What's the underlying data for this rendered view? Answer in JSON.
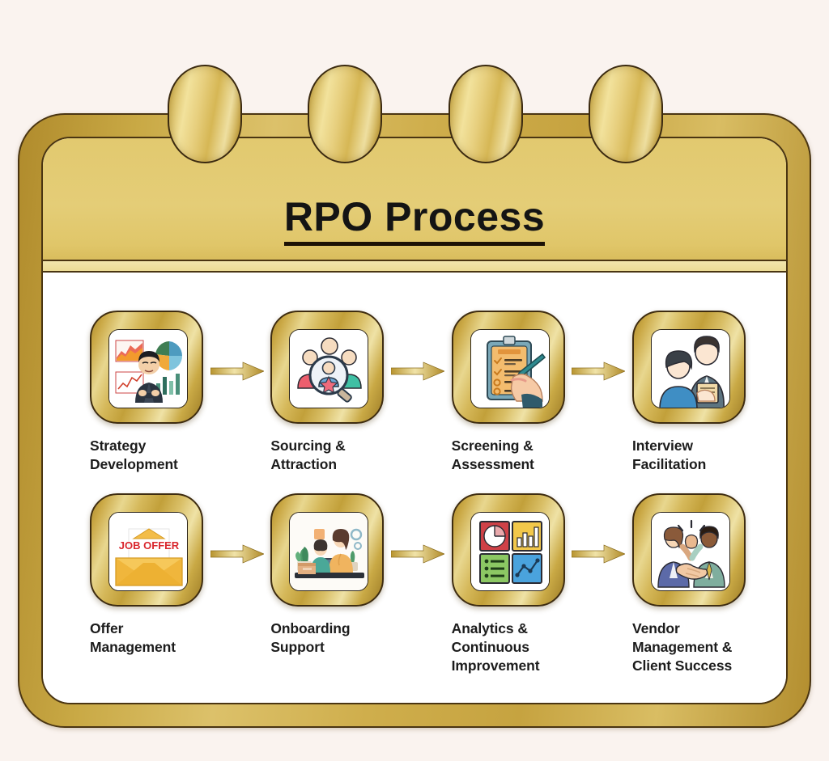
{
  "board": {
    "title": "RPO Process",
    "tabs": [
      {
        "name": "tab-1"
      },
      {
        "name": "tab-2"
      },
      {
        "name": "tab-3"
      },
      {
        "name": "tab-4"
      }
    ],
    "colors": {
      "background": "#faf3ef",
      "gold_frame": "#c9a945",
      "gold_dark": "#a8862c",
      "gold_light": "#f2e29c",
      "outline": "#4a3512",
      "header_band": "#e4cd77",
      "content_background": "#ffffff",
      "label_text": "#1c1c1c",
      "arrow": "#c9a23c"
    }
  },
  "steps": [
    {
      "index": 1,
      "label": "Strategy\nDevelopment",
      "icon": "strategy-analytics-icon",
      "has_arrow_after": true
    },
    {
      "index": 2,
      "label": "Sourcing &\nAttraction",
      "icon": "candidate-search-icon",
      "has_arrow_after": true
    },
    {
      "index": 3,
      "label": "Screening &\nAssessment",
      "icon": "clipboard-checklist-icon",
      "has_arrow_after": true
    },
    {
      "index": 4,
      "label": "Interview\nFacilitation",
      "icon": "interview-people-icon",
      "has_arrow_after": false
    },
    {
      "index": 5,
      "label": "Offer\nManagement",
      "icon": "job-offer-envelope-icon",
      "has_arrow_after": true
    },
    {
      "index": 6,
      "label": "Onboarding\nSupport",
      "icon": "onboarding-desk-icon",
      "has_arrow_after": true
    },
    {
      "index": 7,
      "label": "Analytics &\nContinuous\nImprovement",
      "icon": "dashboard-charts-icon",
      "has_arrow_after": true
    },
    {
      "index": 8,
      "label": "Vendor\nManagement &\nClient Success",
      "icon": "handshake-icon",
      "has_arrow_after": false
    }
  ],
  "icon_text": {
    "job_offer": "JOB OFFER"
  }
}
